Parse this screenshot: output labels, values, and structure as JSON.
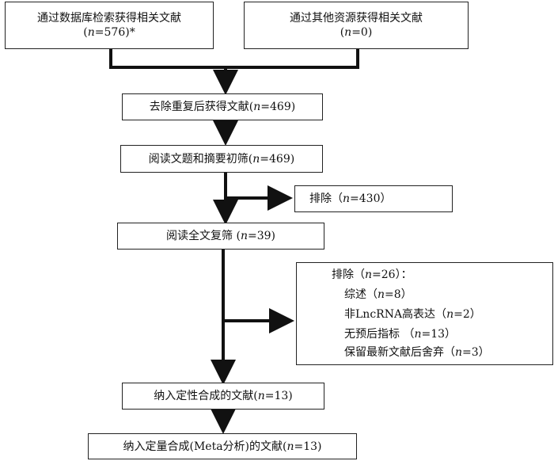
{
  "boxes": {
    "db_search": {
      "line1": "通过数据库检索获得相关文献",
      "n_prefix": "(",
      "n_var": "n",
      "n_suffix": "=576)*"
    },
    "other_sources": {
      "line1": "通过其他资源获得相关文献",
      "n_prefix": "(",
      "n_var": "n",
      "n_suffix": "=0)"
    },
    "dedup": {
      "text": "去除重复后获得文献(",
      "n_var": "n",
      "n_suffix": "=469)"
    },
    "title_abstract": {
      "text": "阅读文题和摘要初筛(",
      "n_var": "n",
      "n_suffix": "=469)"
    },
    "exclude1": {
      "text": "排除（",
      "n_var": "n",
      "n_suffix": "=430）"
    },
    "fulltext": {
      "text": "阅读全文复筛 (",
      "n_var": "n",
      "n_suffix": "=39)"
    },
    "exclude2": {
      "header": {
        "text": "排除（",
        "n_var": "n",
        "n_suffix": "=26）："
      },
      "items": [
        {
          "text": "综述（",
          "n_var": "n",
          "n_suffix": "=8）"
        },
        {
          "text": "非LncRNA高表达（",
          "n_var": "n",
          "n_suffix": "=2）"
        },
        {
          "text": "无预后指标 （",
          "n_var": "n",
          "n_suffix": "=13）"
        },
        {
          "text": "保留最新文献后舍弃（",
          "n_var": "n",
          "n_suffix": "=3）"
        }
      ]
    },
    "qualitative": {
      "text": "纳入定性合成的文献(",
      "n_var": "n",
      "n_suffix": "=13)"
    },
    "quantitative": {
      "text": "纳入定量合成(Meta分析)的文献(",
      "n_var": "n",
      "n_suffix": "=13)"
    }
  },
  "colors": {
    "line": "#111111",
    "border": "#222222"
  }
}
